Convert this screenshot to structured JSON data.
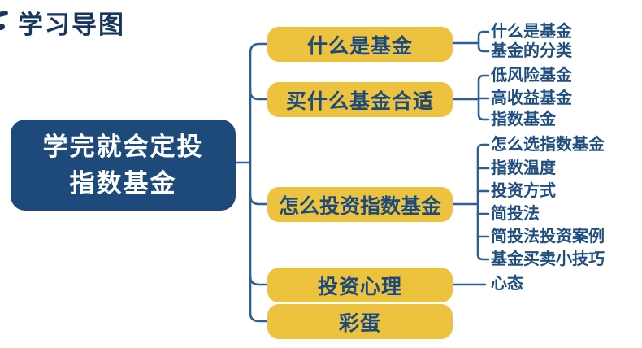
{
  "title": "学习导图",
  "colors": {
    "navy": "#1d4a7a",
    "title_text": "#16365f",
    "node_yellow": "#ecc23e",
    "node_text": "#1d4a7c",
    "leaf_text": "#1f4e80",
    "line": "#2e5e92"
  },
  "icons": {
    "title_bullet": "sparkle-icon"
  },
  "root": {
    "lines": [
      "学完就会定投",
      "指数基金"
    ]
  },
  "branches": [
    {
      "label": "什么是基金",
      "children": [
        "什么是基金",
        "基金的分类"
      ]
    },
    {
      "label": "买什么基金合适",
      "children": [
        "低风险基金",
        "高收益基金",
        "指数基金"
      ]
    },
    {
      "label": "怎么投资指数基金",
      "children": [
        "怎么选指数基金",
        "指数温度",
        "投资方式",
        "简投法",
        "简投法投资案例",
        "基金买卖小技巧"
      ]
    },
    {
      "label": "投资心理",
      "children": [
        "心态"
      ]
    },
    {
      "label": "彩蛋",
      "children": []
    }
  ]
}
